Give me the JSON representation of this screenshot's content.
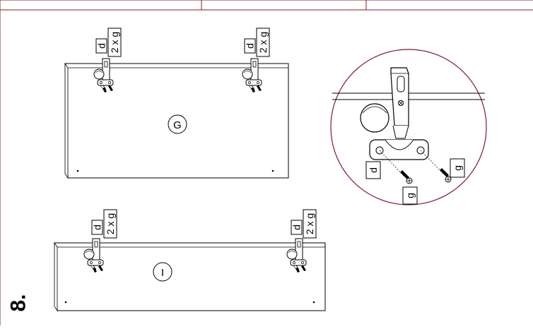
{
  "page": {
    "step_number": "8.",
    "frame_color": "#7a1f2b"
  },
  "panel_top": {
    "part_letter": "G",
    "hinges": [
      {
        "part_label": "d",
        "screw_label": "2 x g"
      },
      {
        "part_label": "d",
        "screw_label": "2 x g"
      }
    ]
  },
  "panel_bottom": {
    "part_letter": "I",
    "hinges": [
      {
        "part_label": "d",
        "screw_label": "2 x g"
      },
      {
        "part_label": "d",
        "screw_label": "2 x g"
      }
    ]
  },
  "detail_view": {
    "hinge_label": "d",
    "screw_label_right": "g",
    "screw_label_bottom": "g"
  }
}
